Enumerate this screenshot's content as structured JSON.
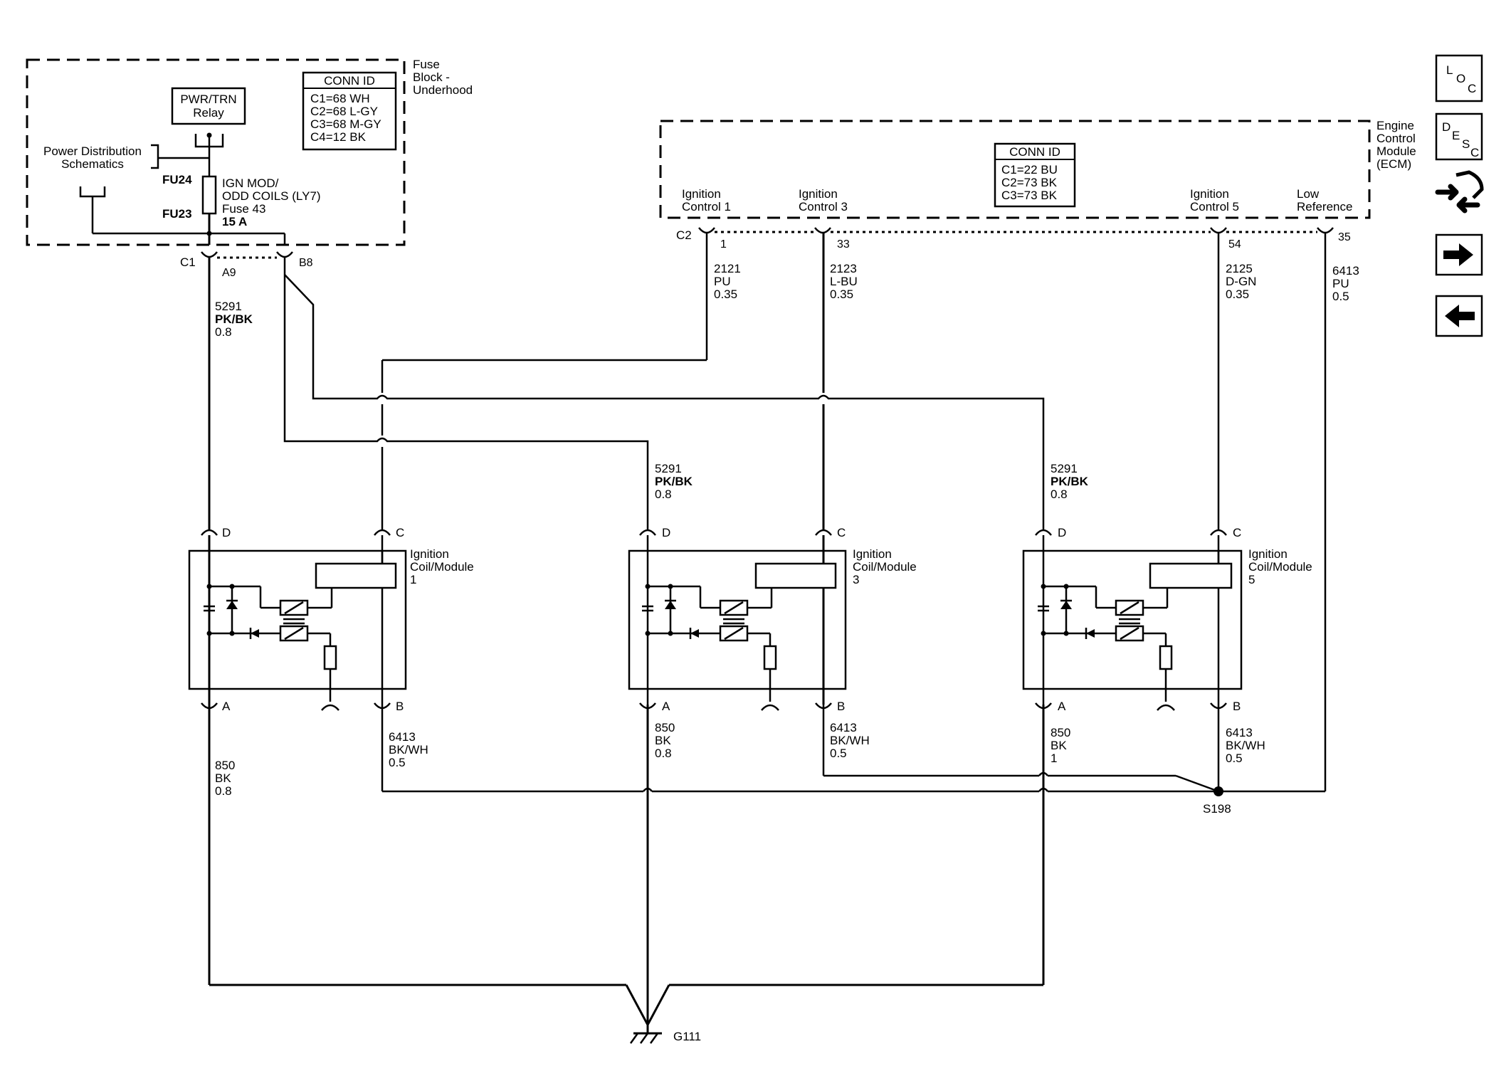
{
  "fuse_block": {
    "label": [
      "Fuse",
      "Block -",
      "Underhood"
    ],
    "relay": [
      "PWR/TRN",
      "Relay"
    ],
    "conn_id": {
      "title": "CONN ID",
      "lines": [
        "C1=68 WH",
        "C2=68 L-GY",
        "C3=68 M-GY",
        "C4=12 BK"
      ]
    },
    "power_dist": [
      "Power Distribution",
      "Schematics"
    ],
    "fu24": "FU24",
    "fu23": "FU23",
    "fuse_text": [
      "IGN MOD/",
      "ODD COILS (LY7)",
      "Fuse 43",
      "15 A"
    ],
    "connector_c1": "C1",
    "pin_a9": "A9",
    "pin_b8": "B8"
  },
  "ecm": {
    "label": [
      "Engine",
      "Control",
      "Module",
      "(ECM)"
    ],
    "conn_id": {
      "title": "CONN ID",
      "lines": [
        "C1=22 BU",
        "C2=73 BK",
        "C3=73 BK"
      ]
    },
    "pins": [
      {
        "label": [
          "Ignition",
          "Control 1"
        ],
        "pin": "1"
      },
      {
        "label": [
          "Ignition",
          "Control 3"
        ],
        "pin": "33"
      },
      {
        "label": [
          "Ignition",
          "Control 5"
        ],
        "pin": "54"
      },
      {
        "label": [
          "Low",
          "Reference"
        ],
        "pin": "35"
      }
    ],
    "connector_c2": "C2"
  },
  "wires": {
    "feed_main": [
      "5291",
      "PK/BK",
      "0.8"
    ],
    "ctrl1": [
      "2121",
      "PU",
      "0.35"
    ],
    "ctrl3": [
      "2123",
      "L-BU",
      "0.35"
    ],
    "ctrl5": [
      "2125",
      "D-GN",
      "0.35"
    ],
    "lowref": [
      "6413",
      "PU",
      "0.5"
    ],
    "feed_coil3": [
      "5291",
      "PK/BK",
      "0.8"
    ],
    "feed_coil5": [
      "5291",
      "PK/BK",
      "0.8"
    ],
    "gnd_coil1": [
      "850",
      "BK",
      "0.8"
    ],
    "ref_coil1": [
      "6413",
      "BK/WH",
      "0.5"
    ],
    "gnd_coil3": [
      "850",
      "BK",
      "0.8"
    ],
    "ref_coil3": [
      "6413",
      "BK/WH",
      "0.5"
    ],
    "gnd_coil5": [
      "850",
      "BK",
      "1"
    ],
    "ref_coil5": [
      "6413",
      "BK/WH",
      "0.5"
    ]
  },
  "coils": [
    {
      "label": [
        "Ignition",
        "Coil/Module",
        "1"
      ],
      "pins": [
        "D",
        "C",
        "A",
        "B"
      ]
    },
    {
      "label": [
        "Ignition",
        "Coil/Module",
        "3"
      ],
      "pins": [
        "D",
        "C",
        "A",
        "B"
      ]
    },
    {
      "label": [
        "Ignition",
        "Coil/Module",
        "5"
      ],
      "pins": [
        "D",
        "C",
        "A",
        "B"
      ]
    }
  ],
  "splice": "S198",
  "ground": "G111",
  "nav": {
    "loc": [
      "L",
      "O",
      "C"
    ],
    "desc": [
      "D",
      "E",
      "S",
      "C"
    ],
    "icons": [
      "loc-icon",
      "desc-icon",
      "arrows-swap-icon",
      "arrow-right-icon",
      "arrow-left-icon"
    ]
  }
}
